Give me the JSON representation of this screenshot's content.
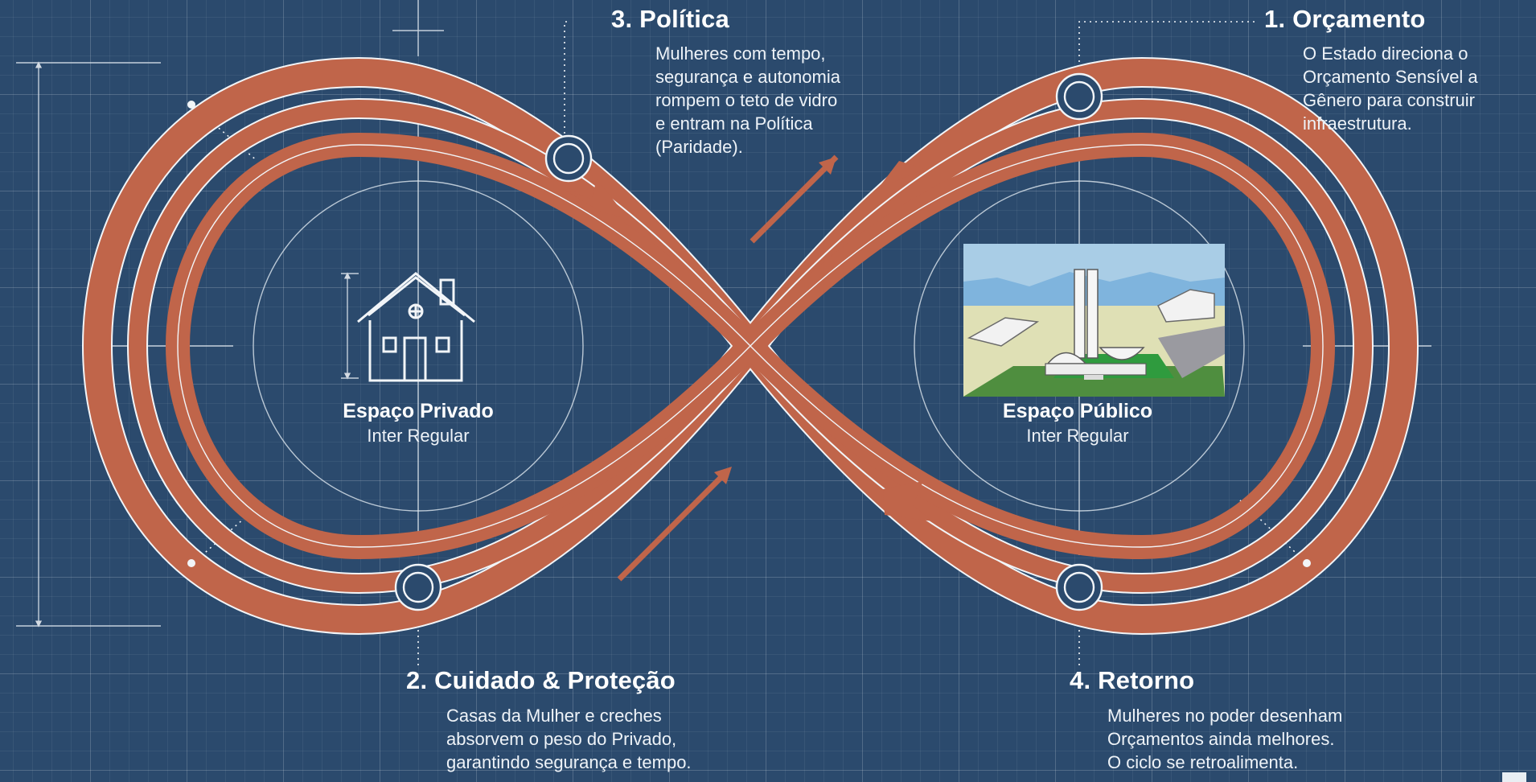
{
  "colors": {
    "background": "#2b4a6d",
    "track": "#c0654a",
    "line": "#f2f5f8",
    "grid": "#3f5f82"
  },
  "steps": {
    "orcamento": {
      "title": "1. Orçamento",
      "lines": [
        "O Estado direciona o",
        "Orçamento Sensível a",
        "Gênero para construir",
        "infraestrutura."
      ]
    },
    "cuidado": {
      "title": "2. Cuidado & Proteção",
      "lines": [
        "Casas da Mulher e creches",
        "absorvem o peso do Privado,",
        "garantindo segurança e tempo."
      ]
    },
    "politica": {
      "title": "3. Política",
      "lines": [
        "Mulheres com tempo,",
        "segurança e autonomia",
        "rompem o teto de vidro",
        "e entram na Política",
        "(Paridade)."
      ]
    },
    "retorno": {
      "title": "4. Retorno",
      "lines": [
        "Mulheres no poder desenham",
        "Orçamentos ainda melhores.",
        "O ciclo se retroalimenta."
      ]
    }
  },
  "spaces": {
    "private": {
      "title": "Espaço Privado",
      "subtitle": "Inter Regular",
      "icon": "house-icon"
    },
    "public": {
      "title": "Espaço Público",
      "subtitle": "Inter Regular",
      "icon": "congress-building-image"
    }
  }
}
